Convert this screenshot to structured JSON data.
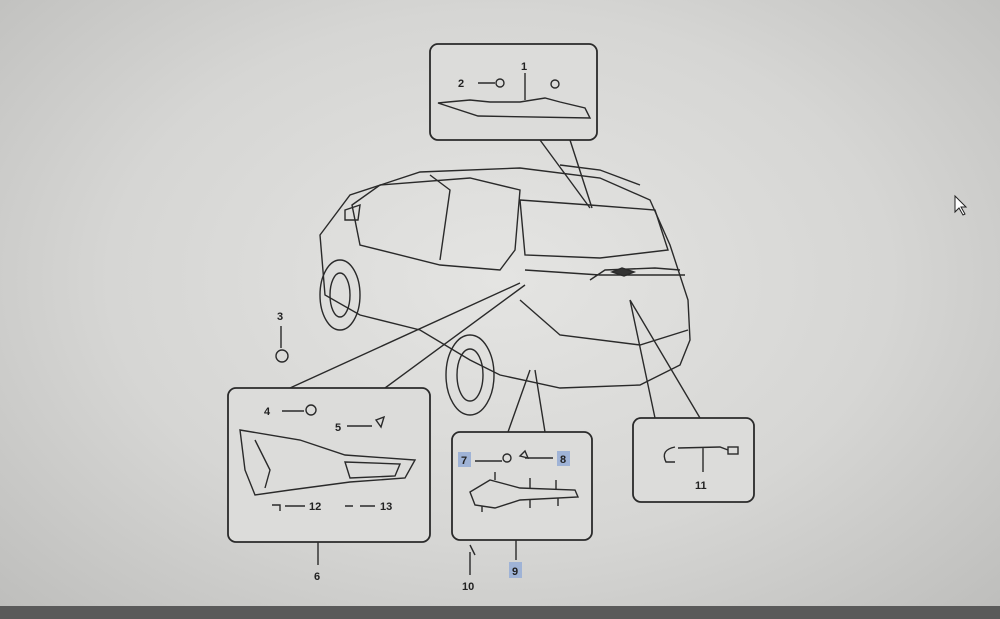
{
  "diagram": {
    "title": "Rear lamps parts diagram",
    "labels": {
      "p1": "1",
      "p2": "2",
      "p3": "3",
      "p4": "4",
      "p5": "5",
      "p6": "6",
      "p7": "7",
      "p8": "8",
      "p9": "9",
      "p10": "10",
      "p11": "11",
      "p12": "12",
      "p13": "13"
    },
    "highlighted": [
      "7",
      "8",
      "9"
    ],
    "highlight_color": "#9fb3d6"
  }
}
